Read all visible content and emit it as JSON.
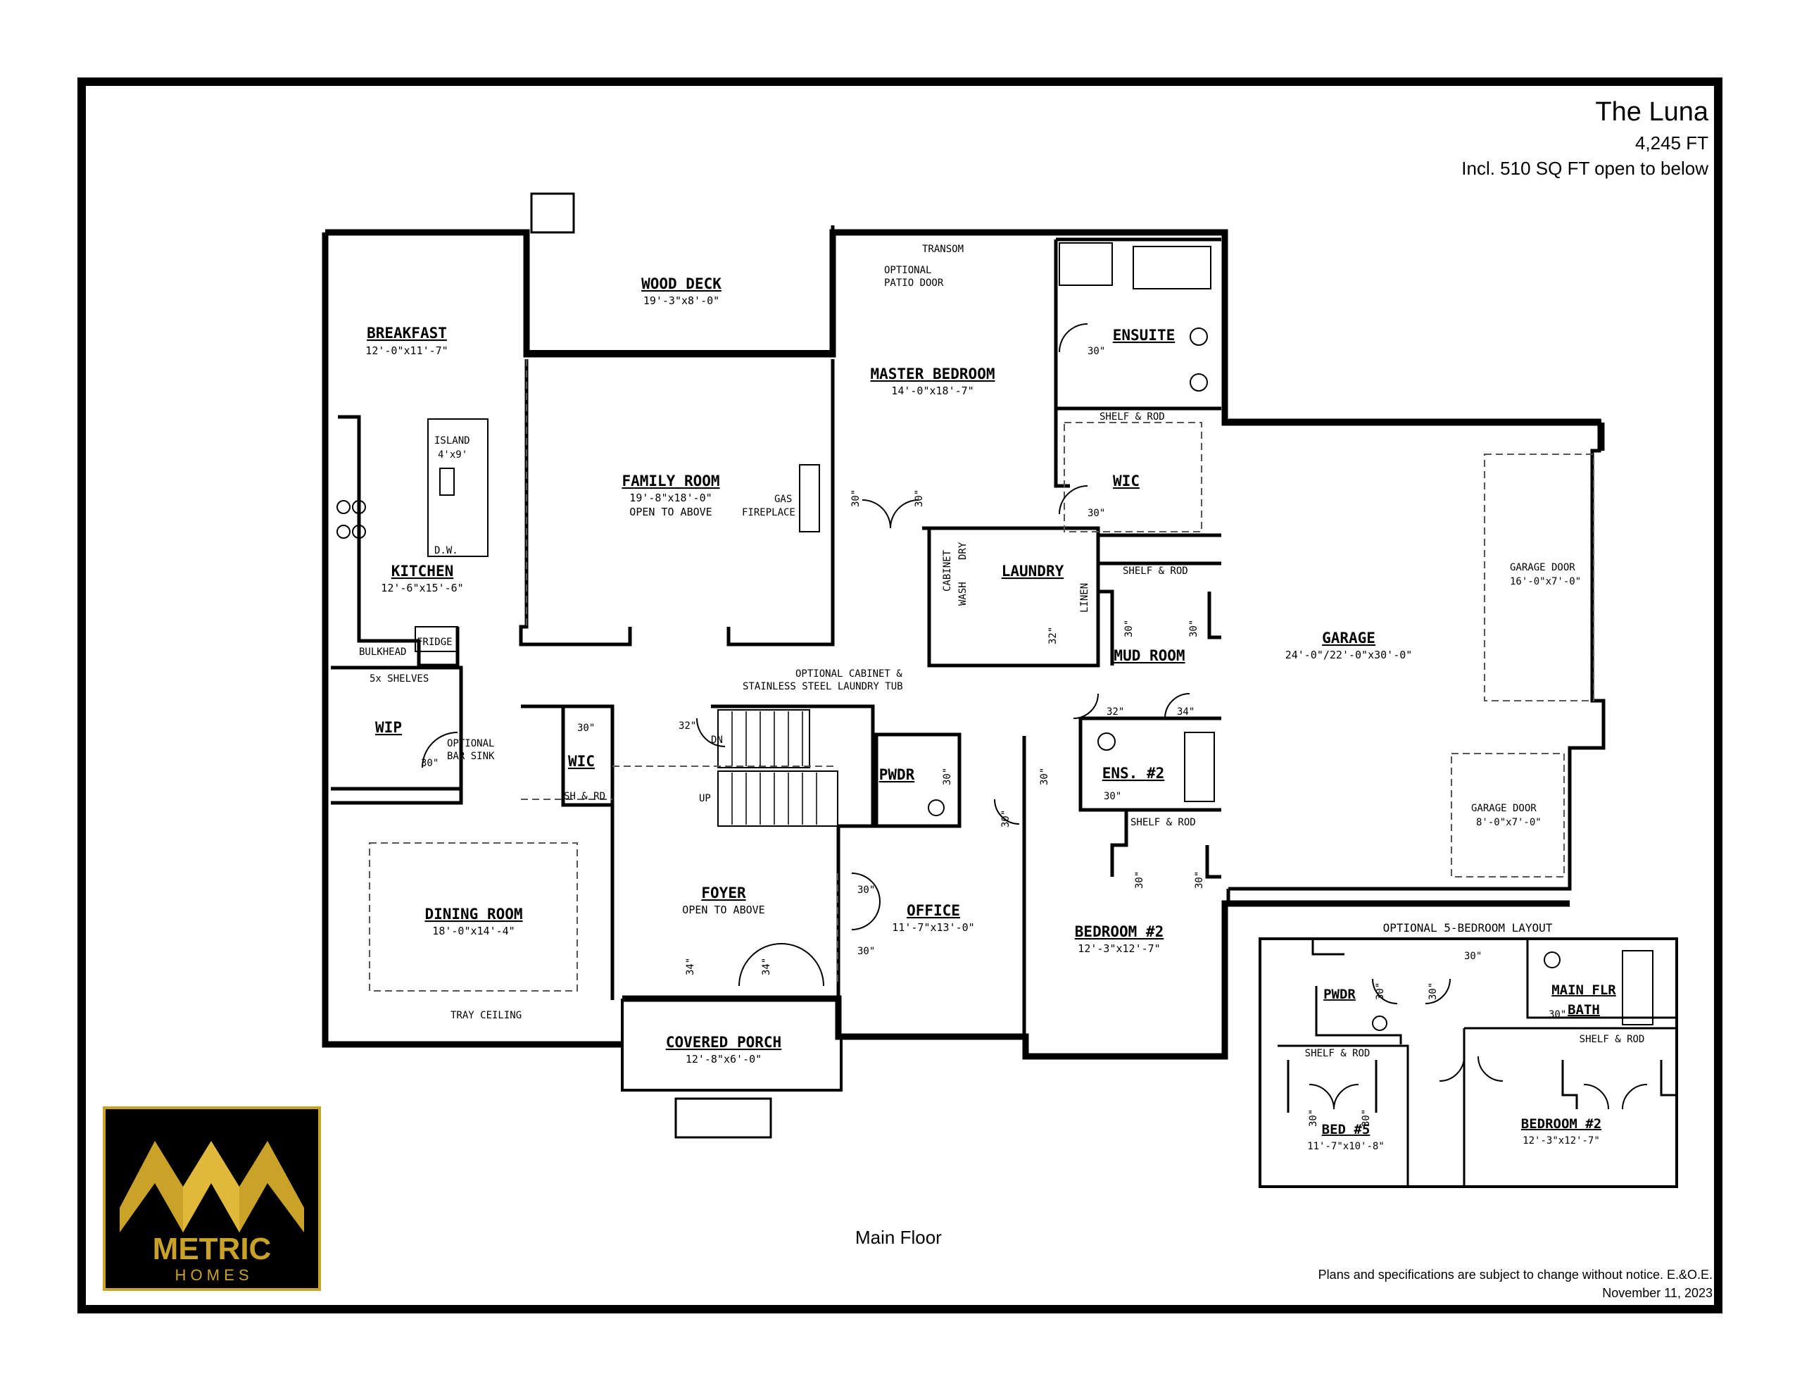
{
  "header": {
    "title": "The Luna",
    "square_feet": "4,245 FT",
    "open_to_below": "Incl. 510 SQ FT open to below"
  },
  "caption": "Main Floor",
  "footer": {
    "disclaimer": "Plans and specifications are subject to change without notice. E.&O.E.",
    "date": "November 11, 2023"
  },
  "logo": {
    "line1": "METRIC",
    "line2": "H O M E S",
    "gold": "#c9a227"
  },
  "rooms": {
    "wood_deck": {
      "name": "WOOD DECK",
      "dims": "19'-3\"x8'-0\""
    },
    "breakfast": {
      "name": "BREAKFAST",
      "dims": "12'-0\"x11'-7\""
    },
    "master": {
      "name": "MASTER BEDROOM",
      "dims": "14'-0\"x18'-7\""
    },
    "ensuite": {
      "name": "ENSUITE"
    },
    "family": {
      "name": "FAMILY ROOM",
      "dims": "19'-8\"x18'-0\"",
      "note": "OPEN TO ABOVE"
    },
    "kitchen": {
      "name": "KITCHEN",
      "dims": "12'-6\"x15'-6\""
    },
    "laundry": {
      "name": "LAUNDRY"
    },
    "wic_master": {
      "name": "WIC"
    },
    "garage": {
      "name": "GARAGE",
      "dims": "24'-0\"/22'-0\"x30'-0\""
    },
    "mud": {
      "name": "MUD ROOM"
    },
    "wip": {
      "name": "WIP"
    },
    "wic_front": {
      "name": "WIC"
    },
    "pwdr": {
      "name": "PWDR"
    },
    "ens2": {
      "name": "ENS. #2"
    },
    "dining": {
      "name": "DINING ROOM",
      "dims": "18'-0\"x14'-4\""
    },
    "foyer": {
      "name": "FOYER",
      "note": "OPEN TO ABOVE"
    },
    "office": {
      "name": "OFFICE",
      "dims": "11'-7\"x13'-0\""
    },
    "bedroom2": {
      "name": "BEDROOM #2",
      "dims": "12'-3\"x12'-7\""
    },
    "porch": {
      "name": "COVERED PORCH",
      "dims": "12'-8\"x6'-0\""
    }
  },
  "notes": {
    "transom": "TRANSOM",
    "patio_door_1": "OPTIONAL",
    "patio_door_2": "PATIO DOOR",
    "island_1": "ISLAND",
    "island_2": "4'x9'",
    "dw": "D.W.",
    "gas_1": "GAS",
    "gas_2": "FIREPLACE",
    "shelf_rod": "SHELF & ROD",
    "cabinet": "CABINET",
    "dry": "DRY",
    "wash": "WASH",
    "linen": "LINEN",
    "fridge": "FRIDGE",
    "bulkhead": "BULKHEAD",
    "shelves": "5x SHELVES",
    "bar_sink_1": "OPTIONAL",
    "bar_sink_2": "BAR SINK",
    "sh_rd": "SH & RD",
    "opt_cab_1": "OPTIONAL CABINET &",
    "opt_cab_2": "STAINLESS STEEL LAUNDRY TUB",
    "dn": "DN",
    "up": "UP",
    "tray": "TRAY CEILING",
    "garage_door_1": "GARAGE DOOR",
    "garage_door_1_dims": "16'-0\"x7'-0\"",
    "garage_door_2": "GARAGE DOOR",
    "garage_door_2_dims": "8'-0\"x7'-0\"",
    "d30": "30\"",
    "d32": "32\"",
    "d34": "34\""
  },
  "inset": {
    "title": "OPTIONAL 5-BEDROOM LAYOUT",
    "pwdr": "PWDR",
    "main_bath_1": "MAIN FLR",
    "main_bath_2": "BATH",
    "shelf_rod": "SHELF & ROD",
    "bed5": {
      "name": "BED #5",
      "dims": "11'-7\"x10'-8\""
    },
    "bedroom2": {
      "name": "BEDROOM #2",
      "dims": "12'-3\"x12'-7\""
    }
  }
}
